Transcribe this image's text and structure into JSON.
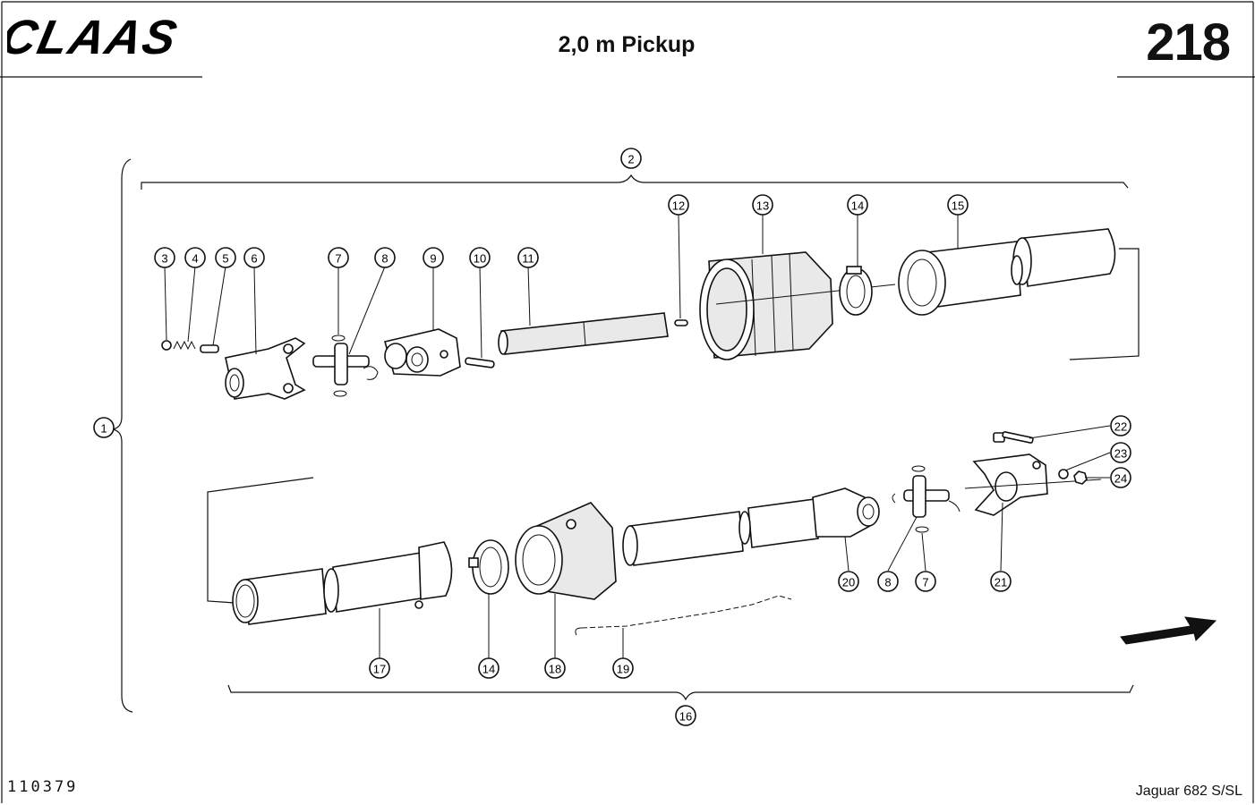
{
  "header": {
    "brand": "CLAAS",
    "title": "2,0 m Pickup",
    "page_number": "218"
  },
  "footer": {
    "drawing_number": "110379",
    "model": "Jaguar 682 S/SL"
  },
  "icons": {
    "logo": "claas-logo-icon",
    "direction": "arrow-right-icon"
  },
  "callouts": [
    "1",
    "2",
    "3",
    "4",
    "5",
    "6",
    "7",
    "8",
    "9",
    "10",
    "11",
    "12",
    "13",
    "14",
    "15",
    "16",
    "17",
    "14",
    "18",
    "19",
    "20",
    "8",
    "7",
    "21",
    "22",
    "23",
    "24"
  ]
}
